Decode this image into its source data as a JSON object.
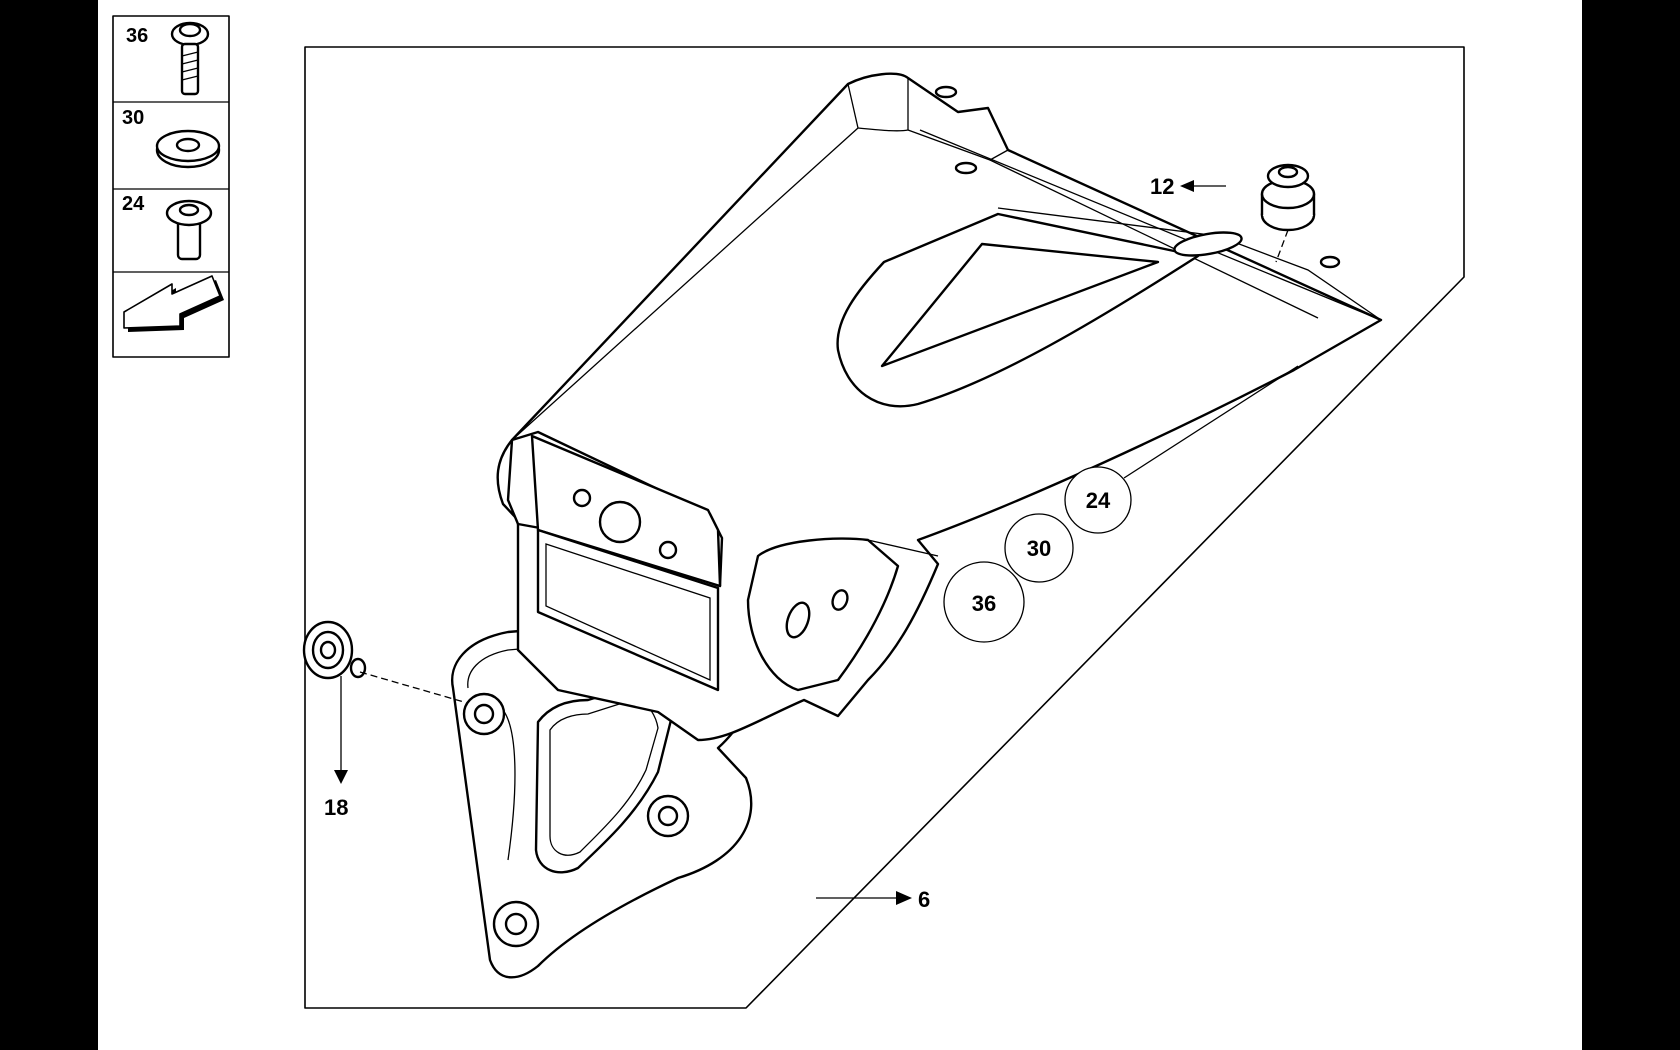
{
  "legend": {
    "items": [
      {
        "number": "36",
        "icon": "screw-icon"
      },
      {
        "number": "30",
        "icon": "washer-icon"
      },
      {
        "number": "24",
        "icon": "bushing-icon"
      }
    ],
    "arrow_icon": "direction-arrow-icon"
  },
  "callouts": {
    "part_12": "12",
    "part_18": "18",
    "part_6": "6",
    "circle_24": "24",
    "circle_30": "30",
    "circle_36": "36"
  },
  "colors": {
    "background": "#000000",
    "paper": "#ffffff",
    "ink": "#000000"
  }
}
